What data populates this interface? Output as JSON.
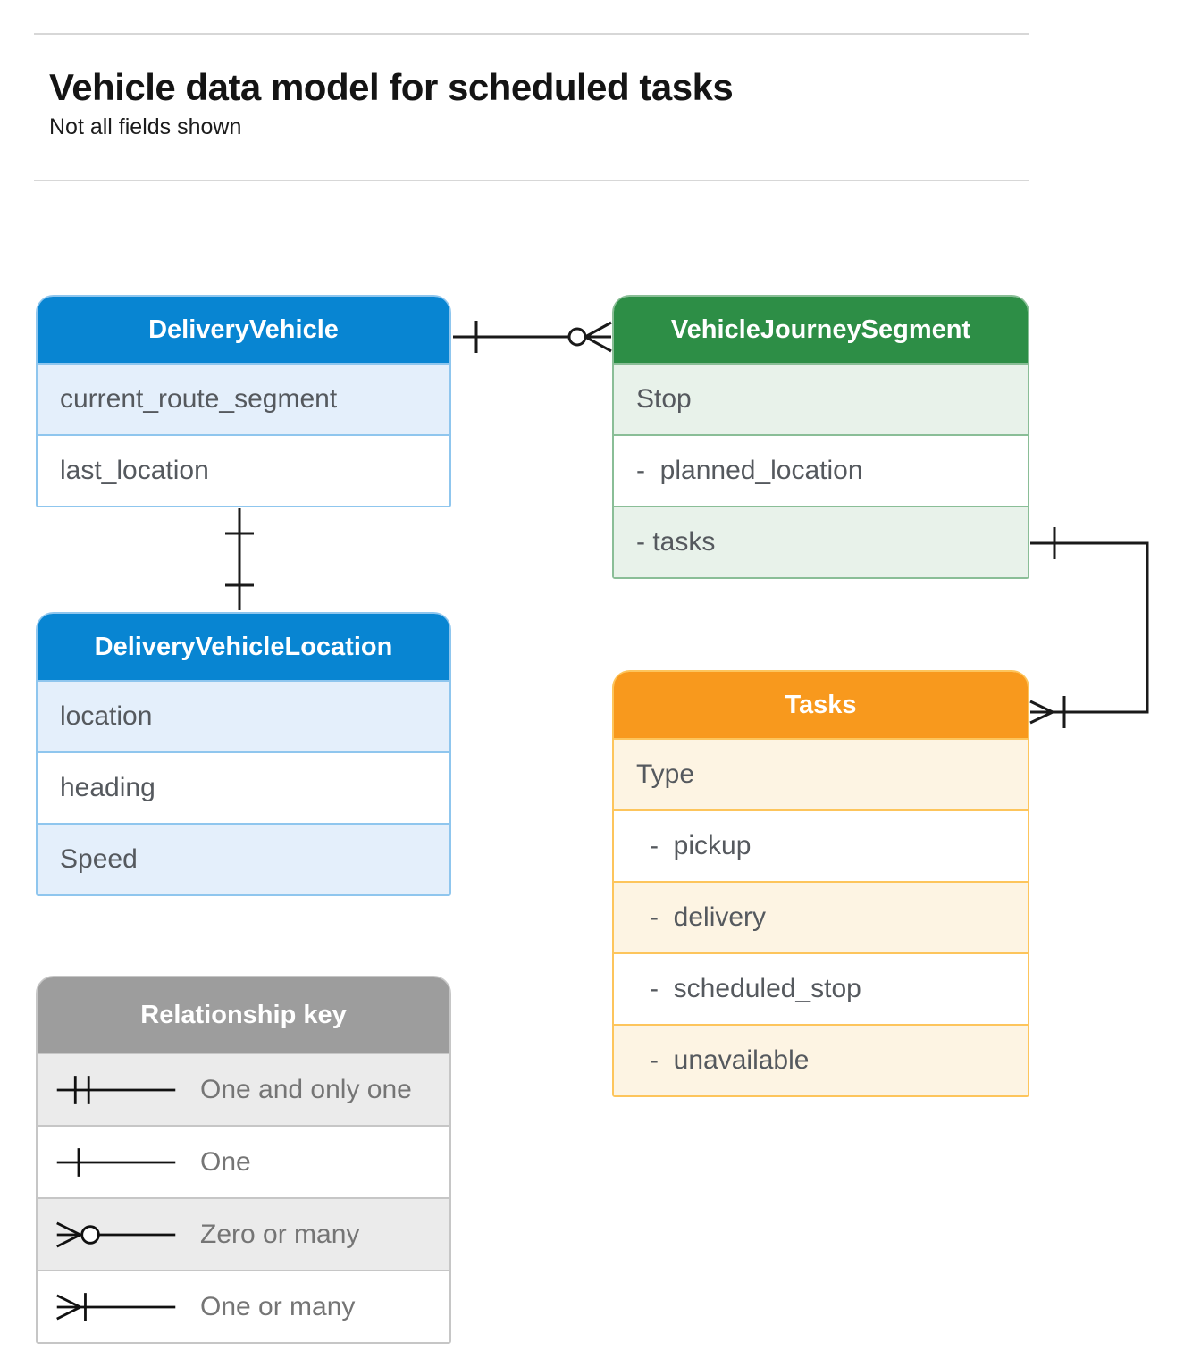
{
  "page": {
    "title": "Vehicle data model for scheduled tasks",
    "subtitle": "Not all fields shown"
  },
  "palette": {
    "blue_header": "#0885d2",
    "blue_shade": "#e4effb",
    "green_header": "#2d8e46",
    "green_shade": "#e8f2ea",
    "orange_header": "#f8991d",
    "orange_shade": "#fdf4e3",
    "gray_header": "#9d9d9d",
    "gray_shade": "#ebebeb",
    "connector": "#1a1a1a"
  },
  "entities": [
    {
      "id": "delivery-vehicle",
      "title": "DeliveryVehicle",
      "theme": "blue",
      "rows": [
        {
          "label": "current_route_segment"
        },
        {
          "label": "last_location"
        }
      ]
    },
    {
      "id": "vehicle-journey-segment",
      "title": "VehicleJourneySegment",
      "theme": "green",
      "rows": [
        {
          "label": "Stop"
        },
        {
          "label": "-  planned_location"
        },
        {
          "label": "- tasks"
        }
      ]
    },
    {
      "id": "delivery-vehicle-location",
      "title": "DeliveryVehicleLocation",
      "theme": "blue",
      "rows": [
        {
          "label": "location"
        },
        {
          "label": "heading"
        },
        {
          "label": "Speed"
        }
      ]
    },
    {
      "id": "tasks",
      "title": "Tasks",
      "theme": "orange",
      "rows": [
        {
          "label": "Type"
        },
        {
          "label": "-  pickup",
          "indent": true
        },
        {
          "label": "-  delivery",
          "indent": true
        },
        {
          "label": "-  scheduled_stop",
          "indent": true
        },
        {
          "label": "-  unavailable",
          "indent": true
        }
      ]
    }
  ],
  "legend": {
    "title": "Relationship key",
    "items": [
      {
        "symbol": "one-and-only-one",
        "label": "One and only one"
      },
      {
        "symbol": "one",
        "label": "One"
      },
      {
        "symbol": "zero-or-many",
        "label": "Zero or many"
      },
      {
        "symbol": "one-or-many",
        "label": "One or many"
      }
    ]
  },
  "connectors": [
    {
      "from": "DeliveryVehicle",
      "to": "VehicleJourneySegment",
      "from_end": "one",
      "to_end": "zero-or-many"
    },
    {
      "from": "DeliveryVehicle",
      "to": "DeliveryVehicleLocation",
      "from_end": "one",
      "to_end": "one"
    },
    {
      "from": "VehicleJourneySegment",
      "to": "Tasks",
      "from_end": "one",
      "to_end": "one-or-many"
    }
  ]
}
